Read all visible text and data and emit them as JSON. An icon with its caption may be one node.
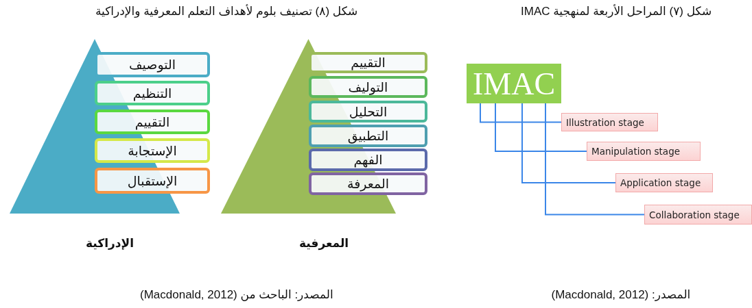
{
  "diagram": {
    "nodes": [
      {
        "text": [
          "التوصيف"
        ]
      },
      {
        "text": [
          "التنظيم"
        ]
      },
      {
        "text": [
          "التقييم"
        ]
      },
      {
        "text": [
          "الإستجابة"
        ]
      },
      {
        "text": [
          "الإستقبال"
        ]
      },
      {
        "text": [
          "التقييم"
        ]
      },
      {
        "text": [
          "التوليف"
        ]
      },
      {
        "text": [
          "التحليل"
        ]
      },
      {
        "text": [
          "التطبيق"
        ]
      },
      {
        "text": [
          "الفهم"
        ]
      },
      {
        "text": [
          "المعرفة"
        ]
      },
      {
        "text": [
          "IMAC"
        ]
      },
      {
        "text": [
          "Illustration stage"
        ]
      },
      {
        "text": [
          "Manipulation stage"
        ]
      },
      {
        "text": [
          "Application stage"
        ]
      },
      {
        "text": [
          "Collaboration stage"
        ]
      },
      {
        "text": [],
        "shape": "triangle"
      },
      {
        "text": [],
        "shape": "triangle"
      }
    ],
    "edges": [
      {
        "from": 11,
        "to": 12,
        "arrow": "none"
      },
      {
        "from": 11,
        "to": 13,
        "arrow": "none"
      },
      {
        "from": 11,
        "to": 14,
        "arrow": "none"
      },
      {
        "from": 11,
        "to": 15,
        "arrow": "none"
      }
    ],
    "labels": [
      "شكل (٨) تصنيف بلوم لأهداف التعلم المعرفية والإدراكية",
      "شكل (٧) المراحل الأربعة لمنهجية IMAC",
      "الإدراكية",
      "المعرفية",
      "المصدر: الباحث من (Macdonald, 2012)",
      "المصدر: (Macdonald, 2012)"
    ]
  }
}
